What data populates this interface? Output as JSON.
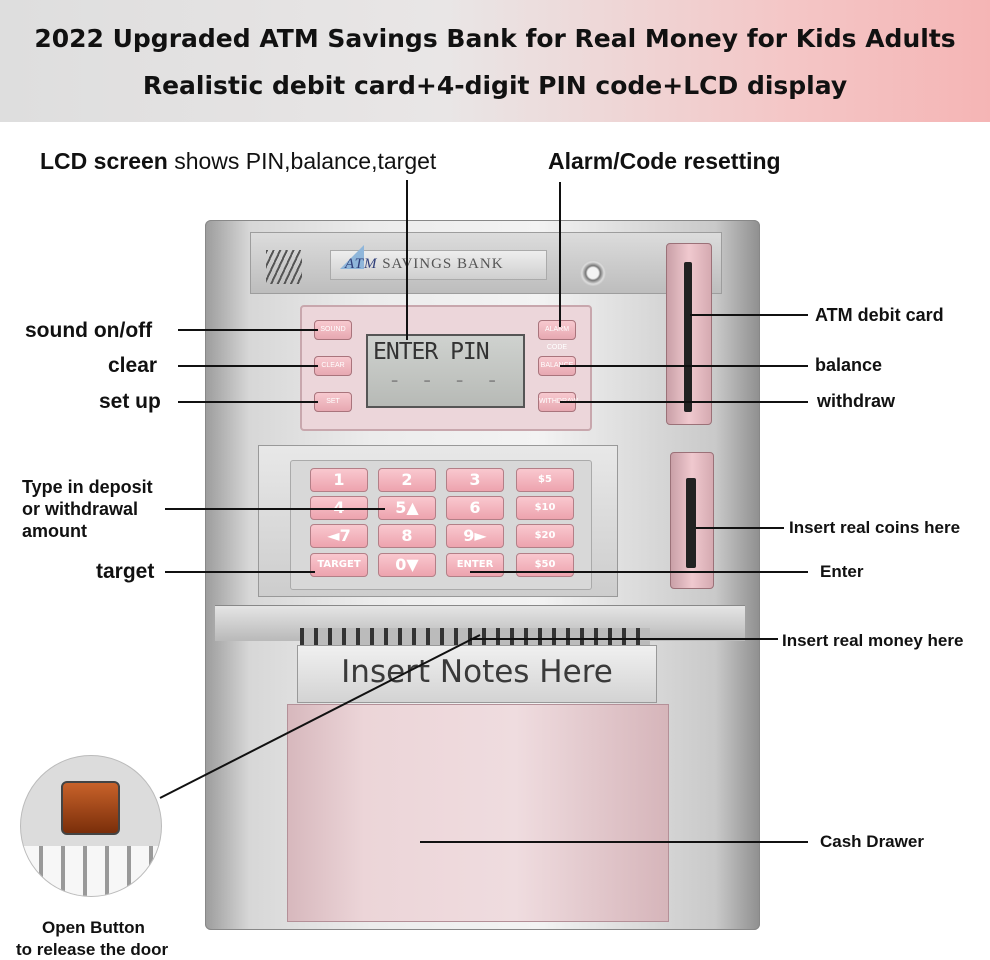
{
  "banner": {
    "line1": "2022 Upgraded ATM Savings Bank for Real Money for Kids Adults",
    "line2": "Realistic debit card+4-digit PIN code+LCD display"
  },
  "callouts": {
    "lcd_screen_bold": "LCD screen",
    "lcd_screen_rest": "shows PIN,balance,target",
    "alarm": "Alarm/Code resetting",
    "sound": "sound on/off",
    "clear": "clear",
    "setup": "set up",
    "deposit_1": "Type in deposit",
    "deposit_2": "or withdrawal",
    "deposit_3": "amount",
    "target": "target",
    "atm_card": "ATM debit card",
    "balance": "balance",
    "withdraw": "withdraw",
    "coins": "Insert real coins here",
    "enter": "Enter",
    "money": "Insert real money here",
    "drawer": "Cash Drawer",
    "open_1": "Open Button",
    "open_2": "to release the door"
  },
  "machine": {
    "logo_text": "SAVINGS BANK",
    "logo_script": "ATM",
    "lcd_line1": "ENTER PIN",
    "lcd_line2": "- - - -",
    "side_buttons_left": [
      "SOUND",
      "CLEAR",
      "SET"
    ],
    "side_buttons_right": [
      "ALARM CODE",
      "BALANCE",
      "WITHDRAW"
    ],
    "keys": [
      "1",
      "2",
      "3",
      "4",
      "5▲",
      "6",
      "◄7",
      "8",
      "9►",
      "TARGET",
      "0▼",
      "ENTER"
    ],
    "note_keys": [
      "$5",
      "$10",
      "$20",
      "$50"
    ],
    "note_plate": "Insert Notes Here"
  }
}
